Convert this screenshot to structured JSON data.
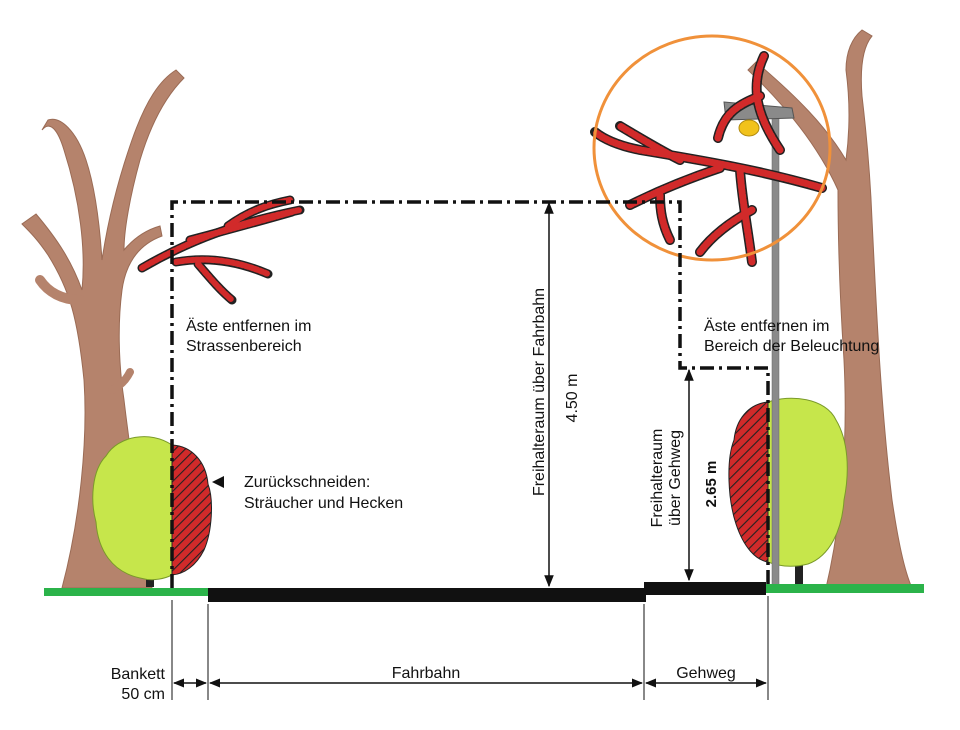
{
  "labels": {
    "street_branches_line1": "Äste entfernen im",
    "street_branches_line2": "Strassenbereich",
    "light_branches_line1": "Äste entfernen im",
    "light_branches_line2": "Bereich der Beleuchtung",
    "cut_back_line1": "Zurückschneiden:",
    "cut_back_line2": "Sträucher und Hecken",
    "road_clearance_title": "Freihalteraum über Fahrbahn",
    "road_clearance_height": "4.50 m",
    "walk_clearance_line1": "Freihalteraum",
    "walk_clearance_line2": "über Gehweg",
    "walk_clearance_height": "2.65 m",
    "bankett_line1": "Bankett",
    "bankett_line2": "50 cm",
    "fahrbahn": "Fahrbahn",
    "gehweg": "Gehweg"
  },
  "colors": {
    "trunk": "#b5836c",
    "grass": "#2bb34a",
    "bush": "#c6e64b",
    "cut_red": "#d12a2a",
    "circle": "#f0913a",
    "pole": "#8a8a8a",
    "lamp": "#f1c21b"
  }
}
